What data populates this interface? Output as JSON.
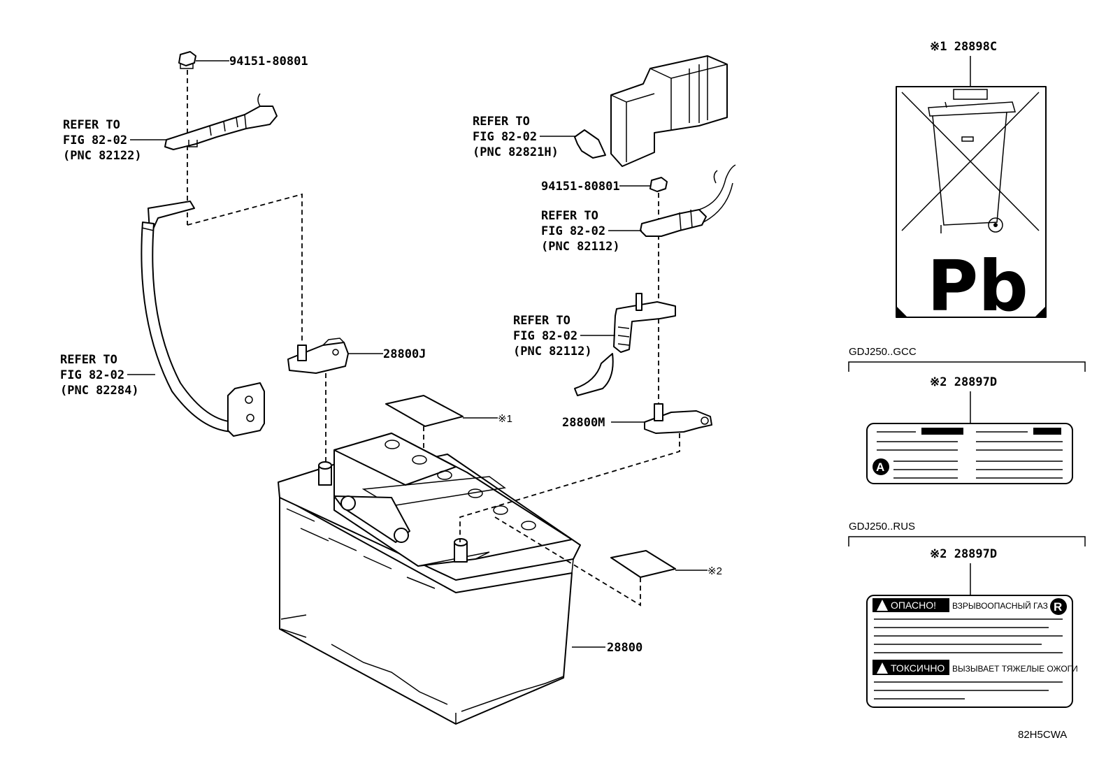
{
  "labels": {
    "bolt_top_left": "94151-80801",
    "refer_82122": [
      "REFER TO",
      "FIG 82-02",
      "(PNC 82122)"
    ],
    "refer_82284": [
      "REFER TO",
      "FIG 82-02",
      "(PNC 82284)"
    ],
    "terminal_j": "28800J",
    "refer_82821h": [
      "REFER TO",
      "FIG 82-02",
      "(PNC 82821H)"
    ],
    "bolt_right": "94151-80801",
    "refer_82112_a": [
      "REFER TO",
      "FIG 82-02",
      "(PNC 82112)"
    ],
    "refer_82112_b": [
      "REFER TO",
      "FIG 82-02",
      "(PNC 82112)"
    ],
    "terminal_m": "28800M",
    "battery": "28800",
    "note1": "※1",
    "note2": "※2",
    "label_pb_code": "※1 28898C",
    "pb_text": "Pb",
    "variant_gcc": "GDJ250..GCC",
    "gcc_code": "※2 28897D",
    "gcc_badge": "A",
    "variant_rus": "GDJ250..RUS",
    "rus_code": "※2 28897D",
    "rus_badge": "R",
    "rus_warning1": "ОПАСНО!",
    "rus_text1": "ВЗРЫВООПАСНЫЙ ГАЗ",
    "rus_warning2": "ТОКСИЧНО",
    "rus_text2": "ВЫЗЫВАЕТ ТЯЖЕЛЫЕ ОЖОГИ",
    "figure_id": "82H5CWA"
  }
}
